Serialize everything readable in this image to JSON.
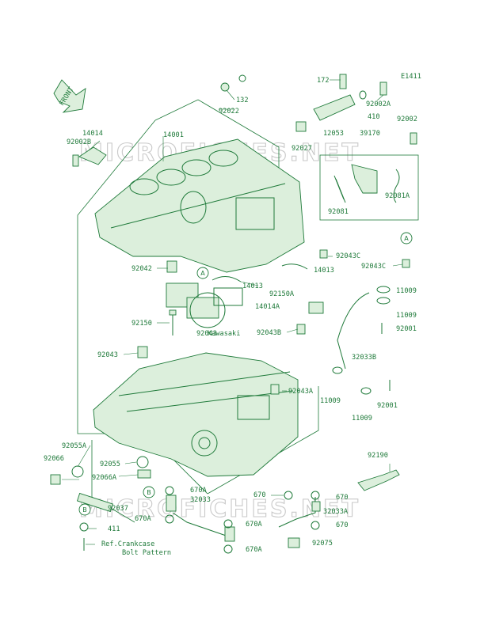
{
  "diagram_code": "E1411",
  "front_label": "FRONT",
  "watermark": "MICROFICHES.NET",
  "center_logo": "Kawasaki",
  "ref_note": {
    "line1": "Ref.Crankcase",
    "line2": "Bolt Pattern"
  },
  "callouts": {
    "a": "A",
    "b": "B"
  },
  "parts": {
    "p172": "172",
    "p92002A": "92002A",
    "p410": "410",
    "p12053": "12053",
    "p39170": "39170",
    "p92002": "92002",
    "p92027": "92027",
    "p92081A": "92081A",
    "p92081": "92081",
    "p132": "132",
    "p92022": "92022",
    "p14014": "14014",
    "p92002B": "92002B",
    "p14001": "14001",
    "p92043C": "92043C",
    "p92043C_2": "92043C",
    "p92042": "92042",
    "p14013": "14013",
    "p14013_2": "14013",
    "p92150A": "92150A",
    "p14014A": "14014A",
    "p92150": "92150",
    "p92043": "92043",
    "p92043B": "92043B",
    "p92043_2": "92043",
    "p11009": "11009",
    "p11009_2": "11009",
    "p92001": "92001",
    "p32033B": "32033B",
    "p11009_3": "11009",
    "p11009_4": "11009",
    "p92001_2": "92001",
    "p92043A": "92043A",
    "p92055A": "92055A",
    "p92066": "92066",
    "p92055": "92055",
    "p92066A": "92066A",
    "p670A": "670A",
    "p32033": "32033",
    "p92037": "92037",
    "p670A_2": "670A",
    "p670A_3": "670A",
    "p670A_4": "670A",
    "p411": "411",
    "p670": "670",
    "p670_2": "670",
    "p32033A": "32033A",
    "p670_3": "670",
    "p92075": "92075",
    "p92190": "92190"
  }
}
